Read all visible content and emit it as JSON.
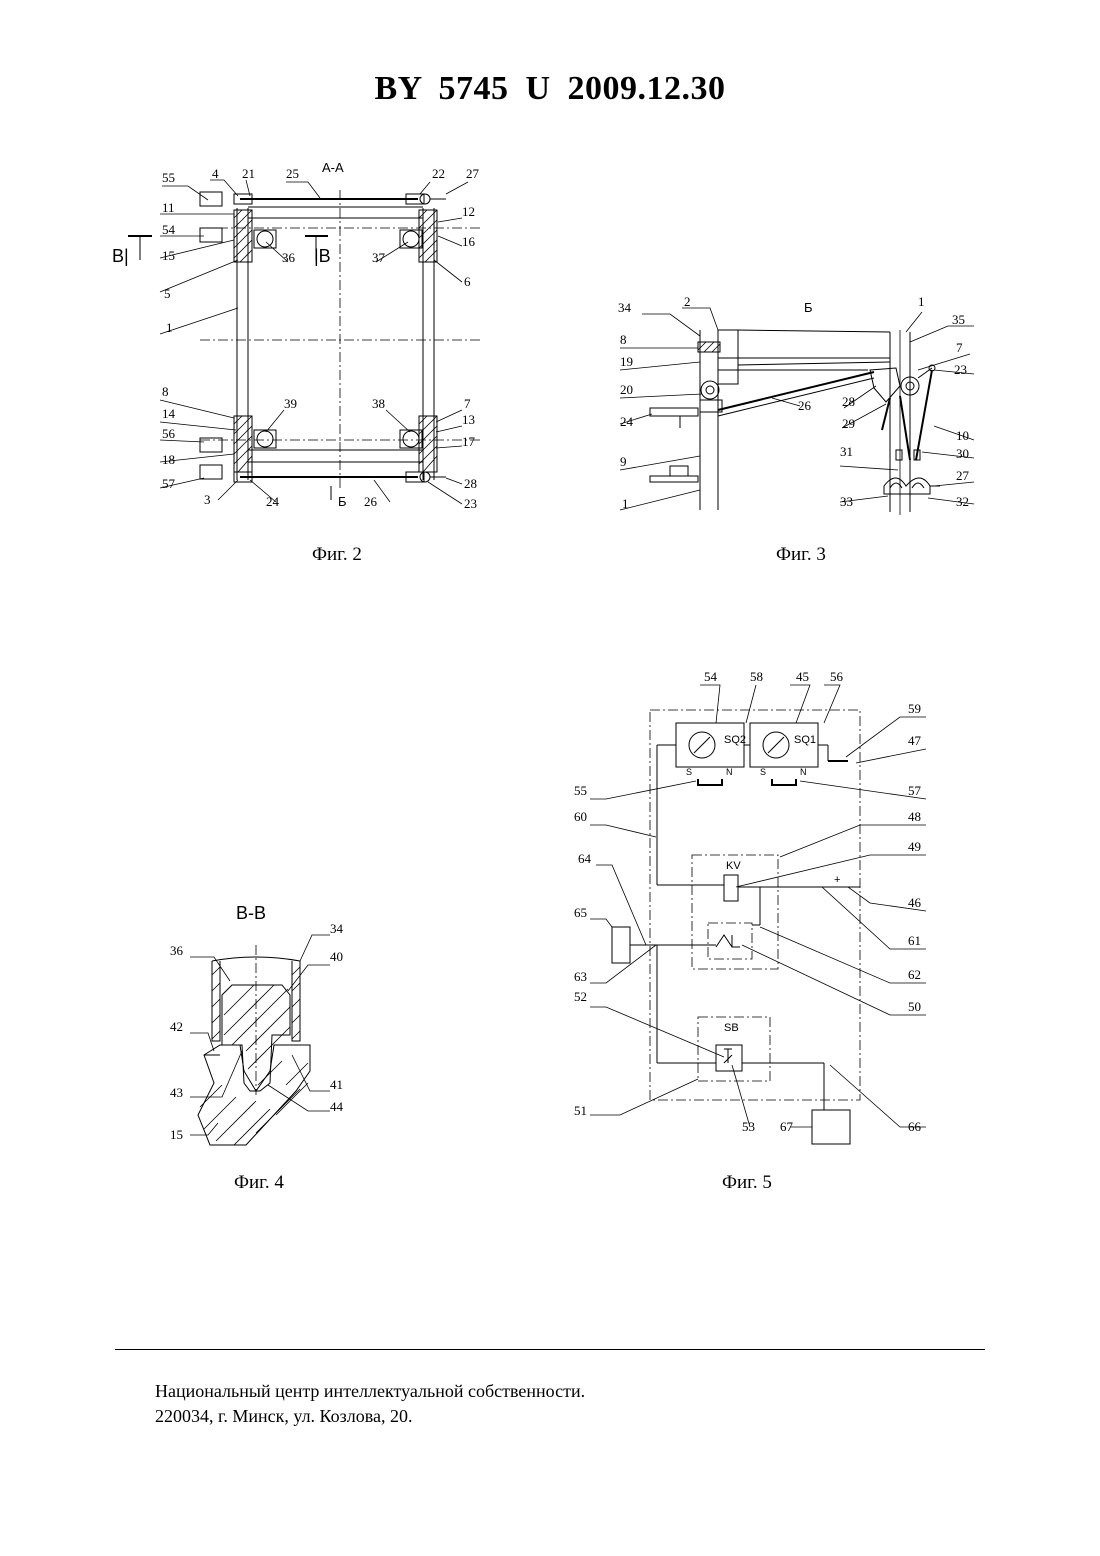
{
  "header": {
    "title": "BY  5745  U  2009.12.30"
  },
  "figures": {
    "fig2": {
      "caption": "Фиг. 2",
      "section_label": "А-А",
      "marks": [
        "B|",
        "|B",
        "Б"
      ],
      "labels": [
        "55",
        "4",
        "21",
        "25",
        "22",
        "27",
        "11",
        "12",
        "54",
        "16",
        "15",
        "36",
        "37",
        "5",
        "6",
        "1",
        "8",
        "39",
        "38",
        "7",
        "14",
        "13",
        "56",
        "17",
        "18",
        "57",
        "3",
        "24",
        "26",
        "28",
        "23"
      ]
    },
    "fig3": {
      "caption": "Фиг. 3",
      "view_label": "Б",
      "labels": [
        "34",
        "2",
        "1",
        "35",
        "8",
        "7",
        "19",
        "23",
        "20",
        "26",
        "28",
        "24",
        "29",
        "10",
        "30",
        "9",
        "31",
        "27",
        "33",
        "32"
      ]
    },
    "fig4": {
      "caption": "Фиг. 4",
      "section_label": "В-В",
      "labels": [
        "34",
        "36",
        "40",
        "42",
        "43",
        "41",
        "44",
        "15"
      ]
    },
    "fig5": {
      "caption": "Фиг. 5",
      "labels": [
        "54",
        "58",
        "45",
        "56",
        "59",
        "47",
        "55",
        "57",
        "60",
        "48",
        "49",
        "64",
        "46",
        "65",
        "61",
        "62",
        "63",
        "50",
        "52",
        "51",
        "53",
        "67",
        "66"
      ],
      "component_labels": {
        "sq2": "SQ2",
        "sq1": "SQ1",
        "kv": "KV",
        "sb": "SB",
        "s": "S",
        "n": "N",
        "plus": "+"
      }
    }
  },
  "footer": {
    "line1": "Национальный центр интеллектуальной собственности.",
    "line2": "220034, г. Минск, ул. Козлова, 20."
  }
}
